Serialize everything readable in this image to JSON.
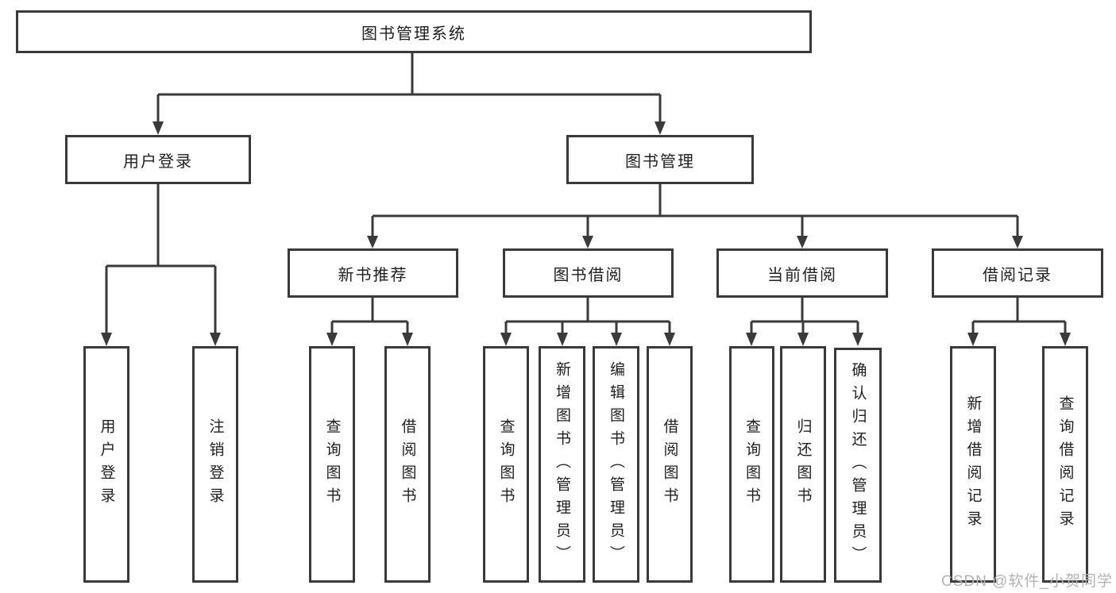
{
  "colors": {
    "line": "#3a3a3a",
    "text": "#1f1f1f",
    "watermark": "#b3b3b3",
    "background": "#ffffff"
  },
  "watermark": "CSDN @软件_小贺同学",
  "tree": {
    "label": "图书管理系统",
    "children": [
      {
        "label": "用户登录",
        "children": [
          {
            "label": "用户登录"
          },
          {
            "label": "注销登录"
          }
        ]
      },
      {
        "label": "图书管理",
        "children": [
          {
            "label": "新书推荐",
            "children": [
              {
                "label": "查询图书"
              },
              {
                "label": "借阅图书"
              }
            ]
          },
          {
            "label": "图书借阅",
            "children": [
              {
                "label": "查询图书"
              },
              {
                "label": "新增图书（管理员）"
              },
              {
                "label": "编辑图书（管理员）"
              },
              {
                "label": "借阅图书"
              }
            ]
          },
          {
            "label": "当前借阅",
            "children": [
              {
                "label": "查询图书"
              },
              {
                "label": "归还图书"
              },
              {
                "label": "确认归还（管理员）"
              }
            ]
          },
          {
            "label": "借阅记录",
            "children": [
              {
                "label": "新增借阅记录"
              },
              {
                "label": "查询借阅记录"
              }
            ]
          }
        ]
      }
    ]
  }
}
